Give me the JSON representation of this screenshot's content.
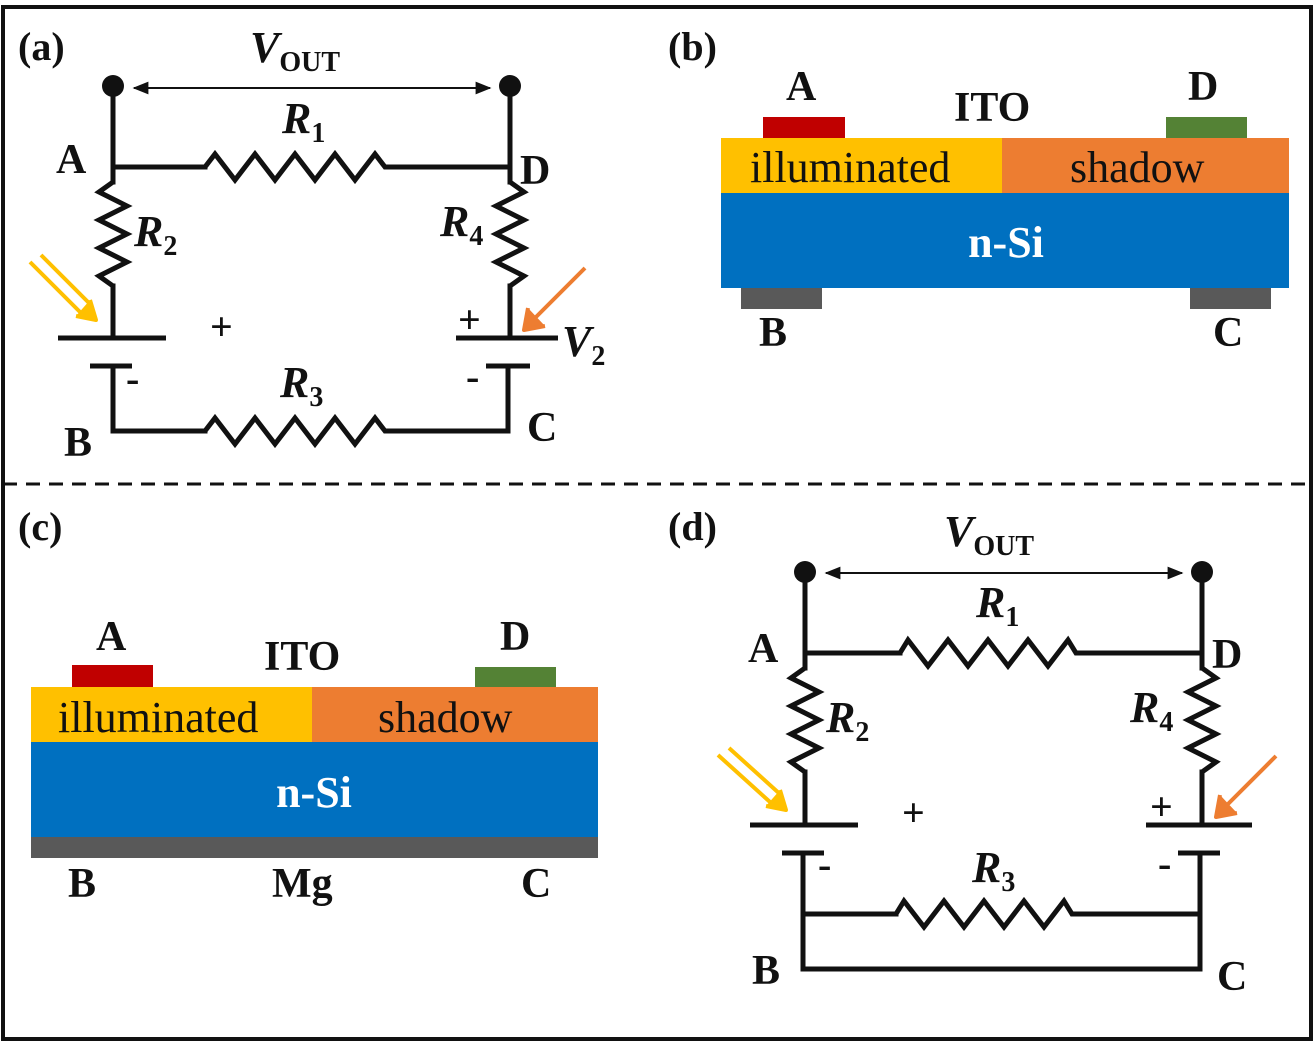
{
  "panels": {
    "a": {
      "label": "(a)",
      "vout": "V",
      "vout_sub": "OUT",
      "r1": "R",
      "r1_sub": "1",
      "r2": "R",
      "r2_sub": "2",
      "r3": "R",
      "r3_sub": "3",
      "r4": "R",
      "r4_sub": "4",
      "v2": "V",
      "v2_sub": "2",
      "node_a": "A",
      "node_b": "B",
      "node_c": "C",
      "node_d": "D",
      "plus_left": "+",
      "minus_left": "-",
      "plus_right": "+",
      "minus_right": "-"
    },
    "b": {
      "label": "(b)",
      "contact_a": "A",
      "contact_d": "D",
      "ito": "ITO",
      "illuminated": "illuminated",
      "shadow": "shadow",
      "nsi": "n-Si",
      "contact_b": "B",
      "contact_c": "C"
    },
    "c": {
      "label": "(c)",
      "contact_a": "A",
      "contact_d": "D",
      "ito": "ITO",
      "illuminated": "illuminated",
      "shadow": "shadow",
      "nsi": "n-Si",
      "contact_b": "B",
      "mg": "Mg",
      "contact_c": "C"
    },
    "d": {
      "label": "(d)",
      "vout": "V",
      "vout_sub": "OUT",
      "r1": "R",
      "r1_sub": "1",
      "r2": "R",
      "r2_sub": "2",
      "r3": "R",
      "r3_sub": "3",
      "r4": "R",
      "r4_sub": "4",
      "node_a": "A",
      "node_b": "B",
      "node_c": "C",
      "node_d": "D",
      "plus_left": "+",
      "minus_left": "-",
      "plus_right": "+",
      "minus_right": "-"
    }
  },
  "colors": {
    "contact_a": "#c00000",
    "contact_d": "#548235",
    "illuminated": "#ffc000",
    "shadow": "#ed7d31",
    "nsi": "#0070c0",
    "bottom_contact": "#595959",
    "light_illuminated": "#ffc000",
    "light_shadow": "#ed7d31"
  }
}
